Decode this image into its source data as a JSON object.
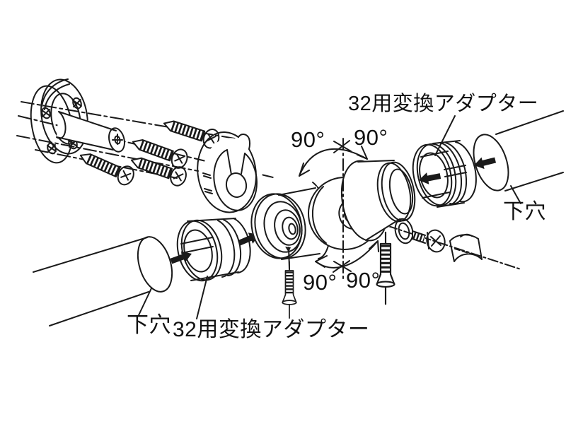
{
  "canvas": {
    "background": "#ffffff",
    "line_color": "#1a1a1a",
    "type": "exploded-assembly-diagram"
  },
  "labels": {
    "adapter_top": "32用変換アダプター",
    "adapter_bottom": "32用変換アダプター",
    "pilot_hole_top_right": "下穴",
    "pilot_hole_bottom_left": "下穴"
  },
  "angles": {
    "top_left": "90°",
    "top_right": "90°",
    "bottom_left": "90°",
    "bottom_right": "90°"
  },
  "arrows": [
    {
      "name": "pipe-into-adapter-left",
      "direction": "right"
    },
    {
      "name": "adapter-into-socket-left",
      "direction": "right"
    },
    {
      "name": "adapter-into-socket-right",
      "direction": "left"
    },
    {
      "name": "pipe-into-adapter-right",
      "direction": "left"
    }
  ]
}
